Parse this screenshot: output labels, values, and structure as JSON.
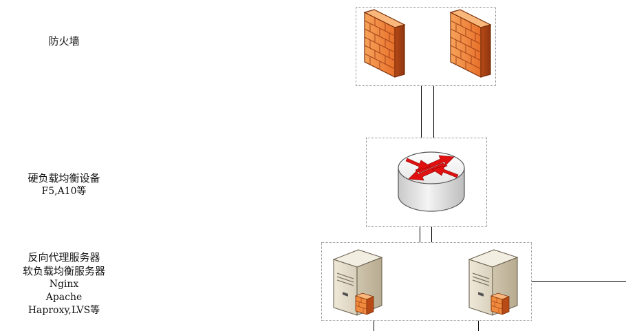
{
  "labels": {
    "firewall": [
      "防火墙"
    ],
    "hardware_lb": [
      "硬负载均衡设备",
      "F5,A10等"
    ],
    "software_lb": [
      "反向代理服务器",
      "软负载均衡服务器",
      "Nginx",
      "Apache",
      "Haproxy,LVS等"
    ]
  },
  "icons": {
    "firewall": "brick-firewall-icon",
    "router": "router-icon",
    "server": "tower-server-icon"
  },
  "colors": {
    "firewall_brick": "#f08a3c",
    "router_arrow": "#e01010",
    "server_body": "#e8e2d2",
    "group_border": "#888888"
  }
}
